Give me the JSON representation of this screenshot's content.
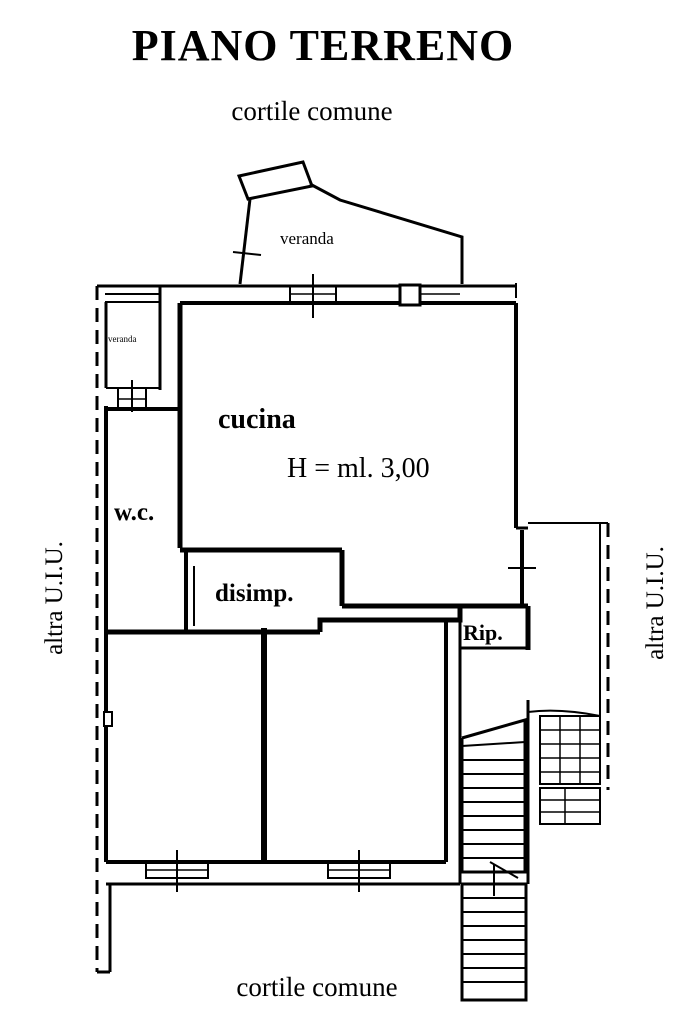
{
  "title": "PIANO TERRENO",
  "labels": {
    "top_courtyard": "cortile comune",
    "bottom_courtyard": "cortile comune",
    "left_neighbor": "altra U.I.U.",
    "right_neighbor": "altra U.I.U.",
    "veranda": "veranda",
    "small_veranda": "veranda",
    "kitchen": "cucina",
    "height": "H = ml. 3,00",
    "wc": "w.c.",
    "hallway": "disimp.",
    "storage": "Rip."
  },
  "colors": {
    "ink": "#000000",
    "paper": "#ffffff"
  }
}
